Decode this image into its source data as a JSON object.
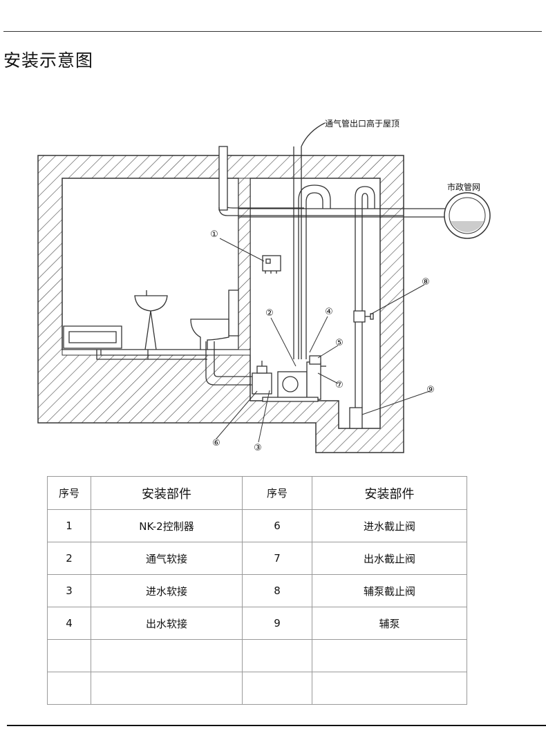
{
  "title": "安装示意图",
  "diagram": {
    "vent_label": "通气管出口高于屋顶",
    "sewer_label": "市政管网",
    "markers": [
      "①",
      "②",
      "③",
      "④",
      "⑤",
      "⑥",
      "⑦",
      "⑧",
      "⑨"
    ]
  },
  "table": {
    "headers": [
      "序号",
      "安装部件",
      "序号",
      "安装部件"
    ],
    "rows": [
      [
        "1",
        "NK-2控制器",
        "6",
        "进水截止阀"
      ],
      [
        "2",
        "通气软接",
        "7",
        "出水截止阀"
      ],
      [
        "3",
        "进水软接",
        "8",
        "辅泵截止阀"
      ],
      [
        "4",
        "出水软接",
        "9",
        "辅泵"
      ],
      [
        "",
        "",
        "",
        ""
      ],
      [
        "",
        "",
        "",
        ""
      ]
    ]
  }
}
